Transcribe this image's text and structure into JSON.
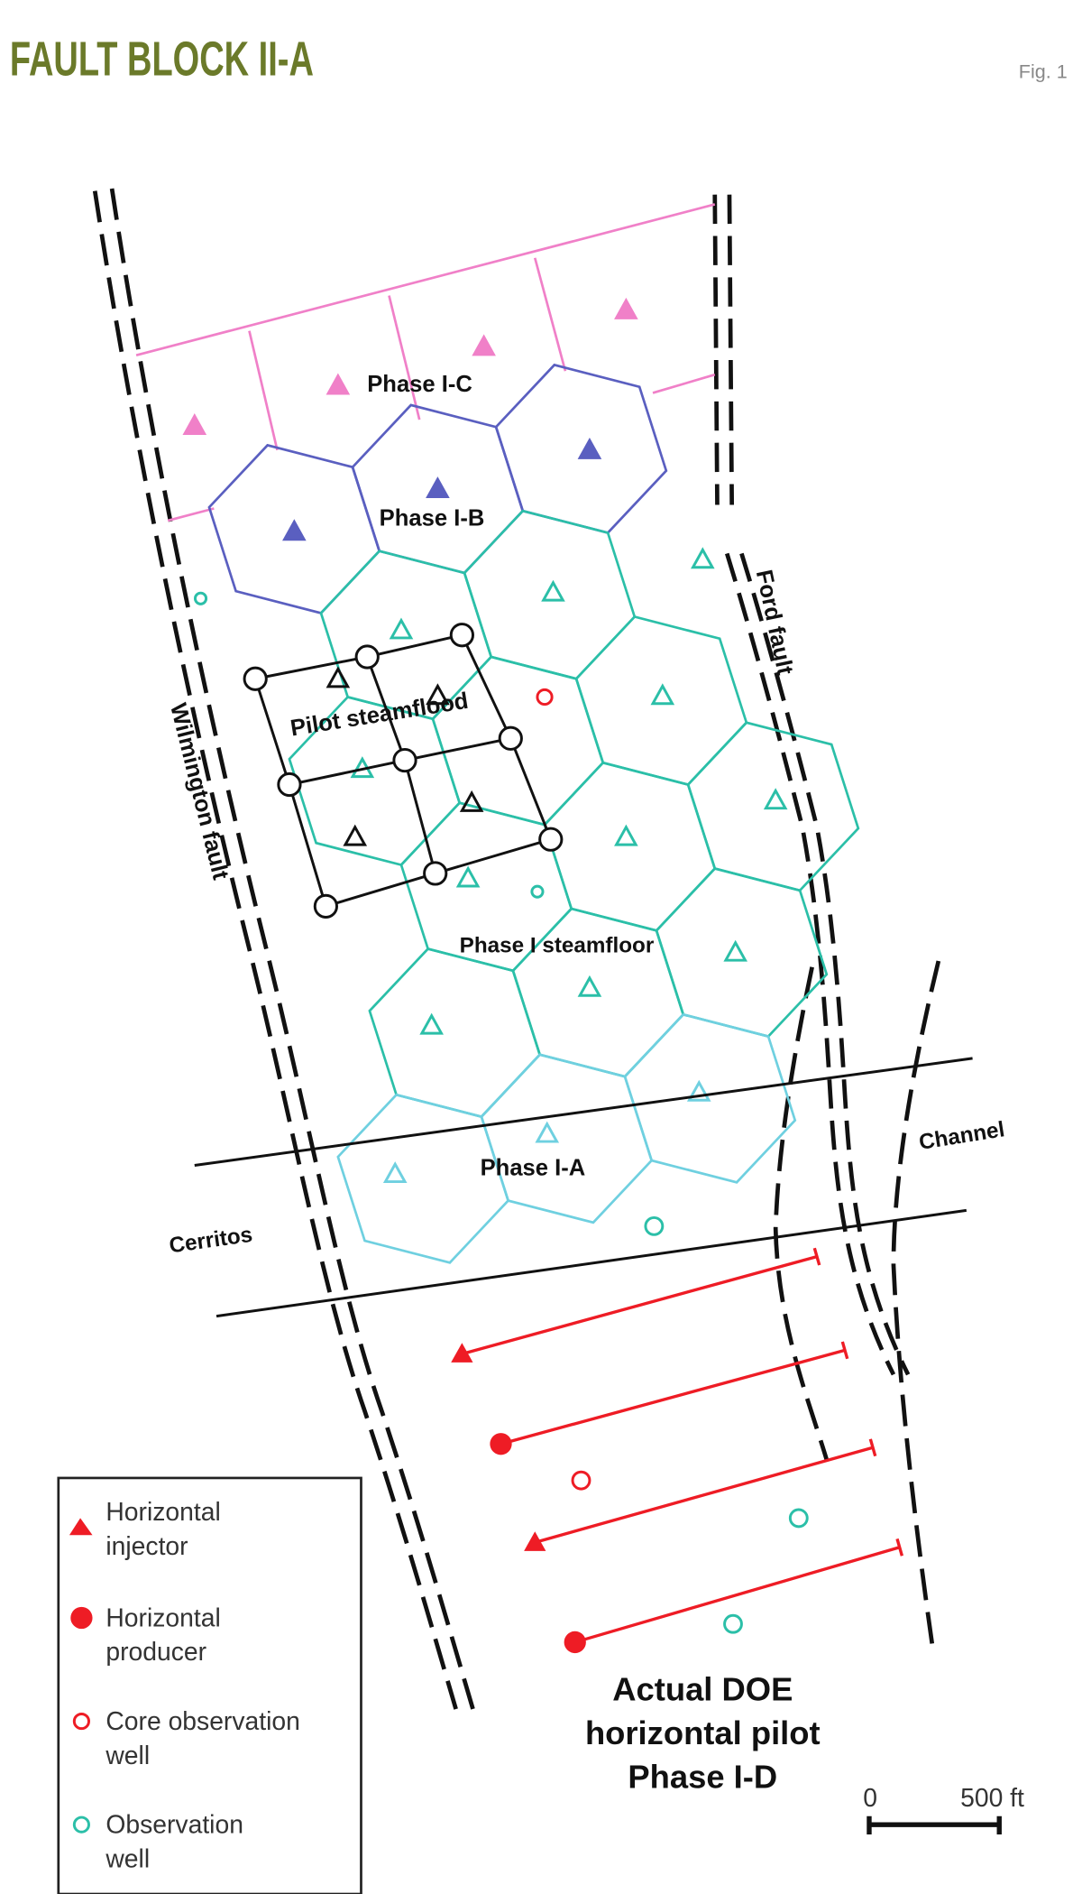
{
  "header": {
    "title": "Fault block II-A",
    "fig_label": "Fig. 1"
  },
  "labels": {
    "phase_ic": "Phase I-C",
    "phase_ib": "Phase I-B",
    "pilot": "Pilot steamflood",
    "phase_i": "Phase I steamfloor",
    "phase_ia": "Phase I-A",
    "ford": "Ford fault",
    "wilmington": "Wilmington fault",
    "cerritos": "Cerritos",
    "channel": "Channel",
    "doe_line1": "Actual DOE",
    "doe_line2": "horizontal pilot",
    "doe_line3": "Phase I-D"
  },
  "scale": {
    "zero": "0",
    "max": "500 ft"
  },
  "legend": [
    {
      "line1": "Horizontal",
      "line2": "injector",
      "symbol": "filled-triangle"
    },
    {
      "line1": "Horizontal",
      "line2": "producer",
      "symbol": "filled-circle"
    },
    {
      "line1": "Core observation",
      "line2": "well",
      "symbol": "open-circle-red"
    },
    {
      "line1": "Observation",
      "line2": "well",
      "symbol": "open-circle-teal"
    }
  ],
  "colors": {
    "title": "#6b7a2a",
    "phase_ic": "#f080c8",
    "phase_ib": "#5a5fc0",
    "phase_i": "#2bbfa8",
    "phase_ia": "#6fd0e0",
    "wells": "#ee1c25",
    "observation": "#2bbfa8",
    "pilot": "#111111"
  }
}
